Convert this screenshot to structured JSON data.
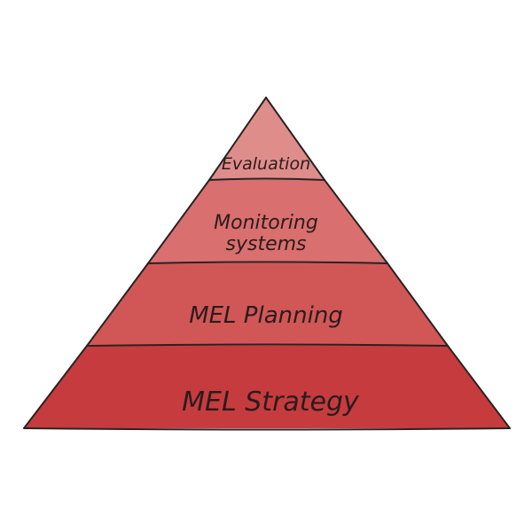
{
  "pyramid": {
    "tiers": [
      {
        "label_lines": [
          "Evaluation"
        ],
        "color": "#df8d8b"
      },
      {
        "label_lines": [
          "Monitoring",
          "systems"
        ],
        "color": "#d96f6f"
      },
      {
        "label_lines": [
          "MEL Planning"
        ],
        "color": "#d15757"
      },
      {
        "label_lines": [
          "MEL Strategy"
        ],
        "color": "#c63b3e"
      }
    ],
    "outline_color": "#2a2222"
  }
}
